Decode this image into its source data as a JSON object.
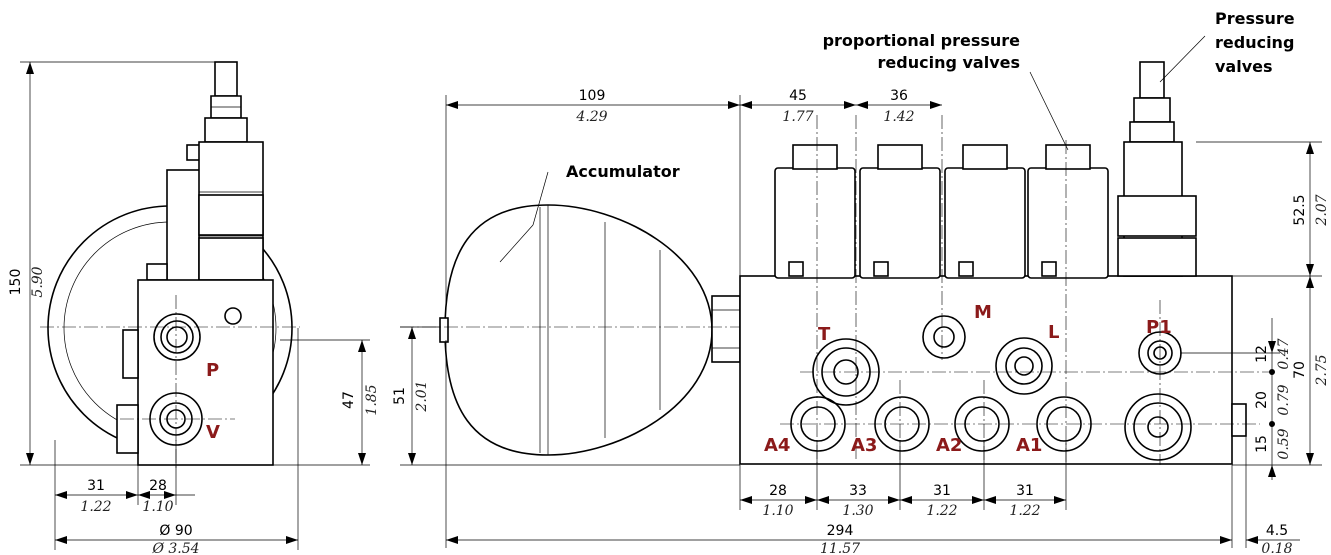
{
  "callouts": {
    "proportional": [
      "proportional pressure",
      "reducing valves"
    ],
    "pressure": [
      "Pressure",
      "reducing",
      "valves"
    ],
    "accumulator": "Accumulator"
  },
  "ports": {
    "p": "P",
    "v": "V",
    "t": "T",
    "m": "M",
    "l": "L",
    "p1": "P1",
    "a1": "A1",
    "a2": "A2",
    "a3": "A3",
    "a4": "A4"
  },
  "dims": {
    "h150": {
      "mm": "150",
      "in": "5.90"
    },
    "h47": {
      "mm": "47",
      "in": "1.85"
    },
    "w31": {
      "mm": "31",
      "in": "1.22"
    },
    "w28": {
      "mm": "28",
      "in": "1.10"
    },
    "d90": {
      "mm": "Ø 90",
      "in": "Ø 3.54"
    },
    "w109": {
      "mm": "109",
      "in": "4.29"
    },
    "w45": {
      "mm": "45",
      "in": "1.77"
    },
    "w36": {
      "mm": "36",
      "in": "1.42"
    },
    "h52": {
      "mm": "52.5",
      "in": "2.07"
    },
    "h51": {
      "mm": "51",
      "in": "2.01"
    },
    "h12": {
      "mm": "12",
      "in": "0.47"
    },
    "h20": {
      "mm": "20",
      "in": "0.79"
    },
    "h15": {
      "mm": "15",
      "in": "0.59"
    },
    "h70": {
      "mm": "70",
      "in": "2.75"
    },
    "b28": {
      "mm": "28",
      "in": "1.10"
    },
    "b33": {
      "mm": "33",
      "in": "1.30"
    },
    "b31a": {
      "mm": "31",
      "in": "1.22"
    },
    "b31b": {
      "mm": "31",
      "in": "1.22"
    },
    "w294": {
      "mm": "294",
      "in": "11.57"
    },
    "w45b": {
      "mm": "4.5",
      "in": "0.18"
    }
  },
  "colors": {
    "port_label": "#8b1a1a",
    "line": "#000000"
  }
}
